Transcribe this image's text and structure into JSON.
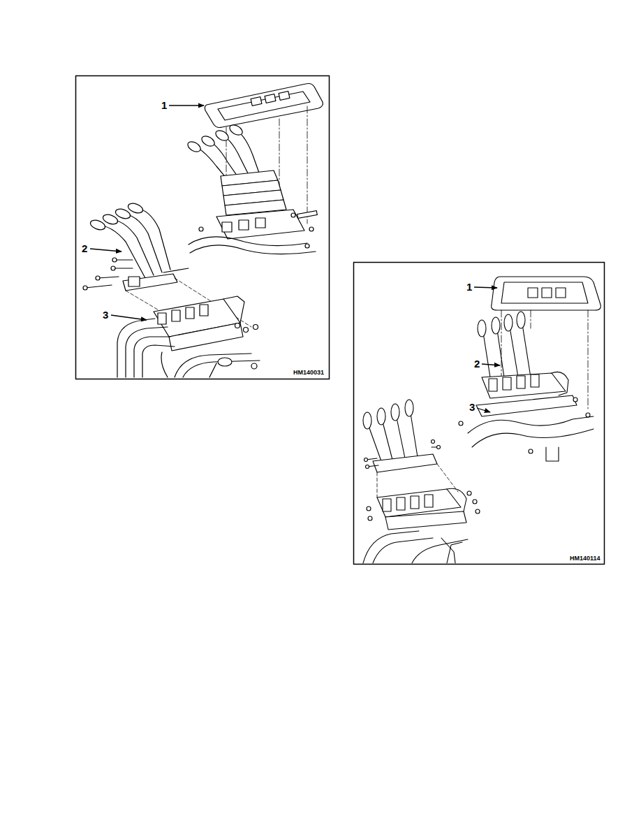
{
  "diagram": {
    "labels": [
      "1",
      "2",
      "3",
      "HM140031",
      "1",
      "2",
      "3",
      "HM140114"
    ]
  }
}
